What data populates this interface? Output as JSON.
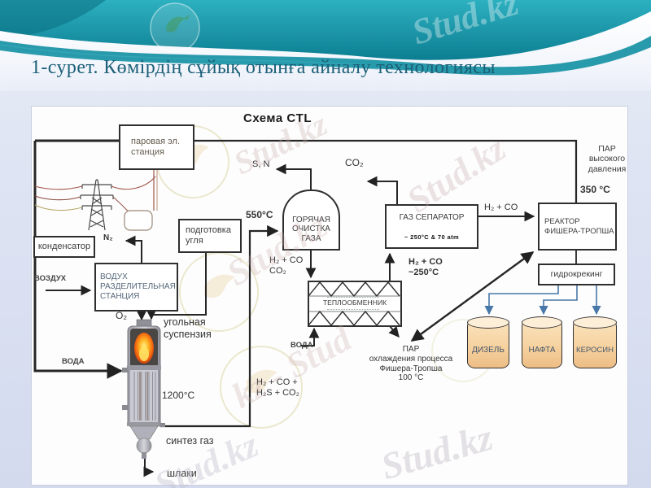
{
  "slide": {
    "title": "1-сурет. Көмірдің сұйық отынға айналу технологиясы",
    "watermark": "Stud.kz",
    "watermark_mid": "kz - Stud",
    "colors": {
      "header_teal": "#1691a4",
      "title_text": "#1b5f78",
      "arrow_blue": "#4878a8",
      "tank_fill": "#f6d2a0",
      "flame_orange": "#ff7a1a"
    }
  },
  "diagram": {
    "title": "Схема CTL",
    "labels": {
      "steam_station": "паровая эл.\nстанция",
      "condenser": "конденсатор",
      "air_in": "ВОЗДУХ",
      "n2": "N₂",
      "air_separation": "ВОДУХ\nРАЗДЕЛИТЕЛЬНАЯ\nСТАНЦИЯ",
      "o2": "O₂",
      "coal_prep": "подготовка\nугля",
      "coal_slurry": "угольная\nсуспензия",
      "water_left": "ВОДА",
      "gasifier_temp": "1200°C",
      "syngas": "синтез газ",
      "syngas_formula": "H₂ + CO +\nH₂S + CO₂",
      "slag": "шлаки",
      "temp_550": "550°C",
      "sulfur_nitrogen": "S, N",
      "hot_gas_cleaning": "ГОРЯЧАЯ\nОЧИСТКА\nГАЗА",
      "hx_in_formula": "H₂ + CO\nCO₂",
      "heat_exchanger": "ТЕПЛООБМЕННИК",
      "water_mid": "ВОДА",
      "co2": "CO₂",
      "gas_separator": "ГАЗ СЕПАРАТОР",
      "gas_separator_cond": "~ 250°C & 70 atm",
      "h2_co": "H₂ + CO",
      "hx_out_formula": "H₂ + CO\n~250°C",
      "ft_reactor": "РЕАКТОР\nФИШЕРА-ТРОПША",
      "hp_steam": "ПАР\nвысокого\nдавления",
      "temp_350": "350 °C",
      "hydrocracking": "гидрокрекинг",
      "ft_steam": "ПАР\nохлаждения процесса\nФишера-Тропша\n100 °C",
      "diesel": "ДИЗЕЛЬ",
      "naphtha": "НАФТА",
      "kerosene": "КЕРОСИН"
    }
  }
}
